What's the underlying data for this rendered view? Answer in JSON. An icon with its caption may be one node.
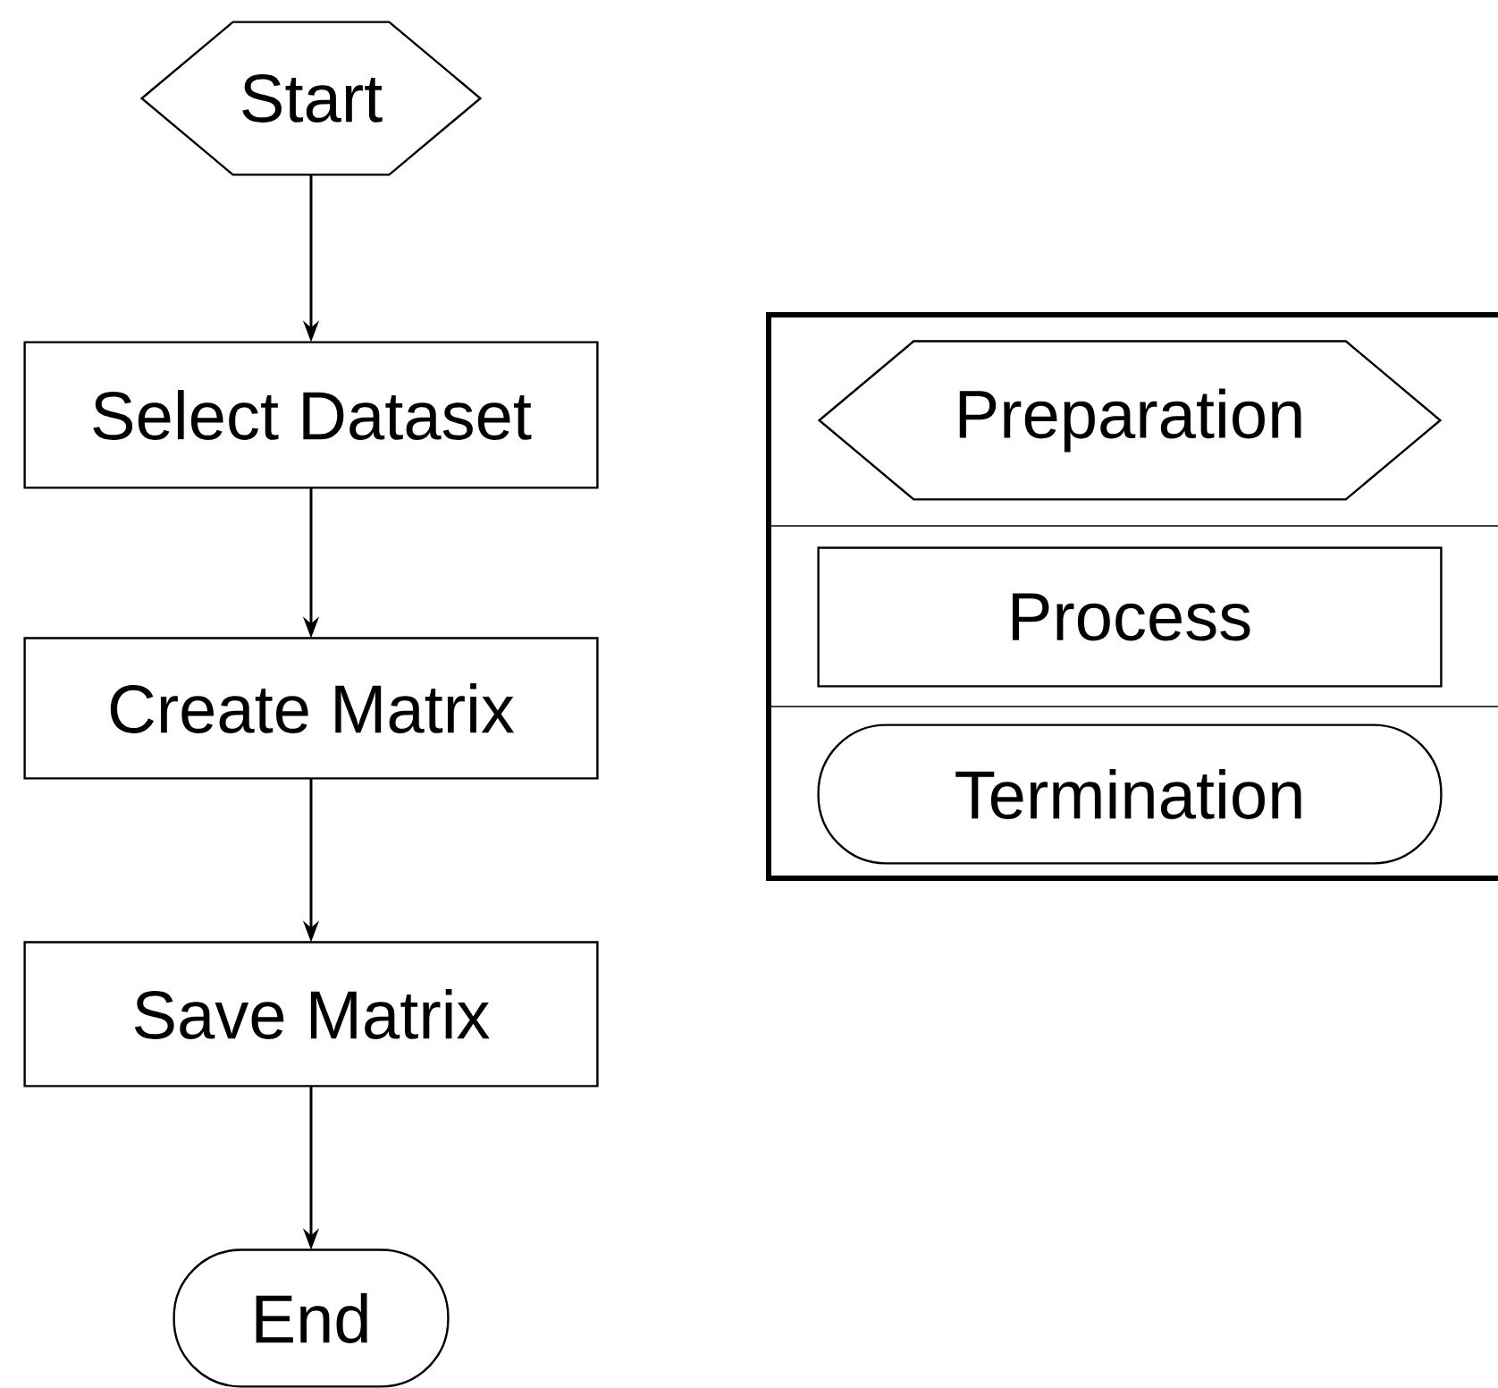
{
  "diagram": {
    "nodes": [
      {
        "text": [
          "Start"
        ]
      },
      {
        "text": [
          "Select Dataset"
        ]
      },
      {
        "text": [
          "Create Matrix"
        ]
      },
      {
        "text": [
          "Save Matrix"
        ]
      },
      {
        "text": [
          "End"
        ]
      }
    ],
    "edges": [
      {
        "from": 0,
        "to": 1,
        "arrow": "to"
      },
      {
        "from": 1,
        "to": 2,
        "arrow": "to"
      },
      {
        "from": 2,
        "to": 3,
        "arrow": "to"
      },
      {
        "from": 3,
        "to": 4,
        "arrow": "to"
      }
    ],
    "legend": [
      {
        "text": "Preparation"
      },
      {
        "text": "Process"
      },
      {
        "text": "Termination"
      }
    ]
  }
}
